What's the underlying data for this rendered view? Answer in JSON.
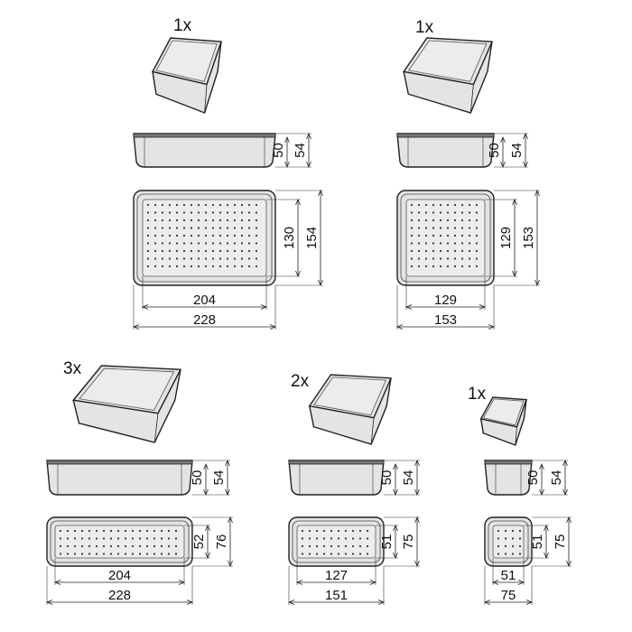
{
  "colors": {
    "line": "#222222",
    "fill": "#e4e4e4",
    "inner_fill": "#ececec"
  },
  "trays": [
    {
      "quantity": "1x",
      "inner_height": "50",
      "outer_height": "54",
      "inner_depth": "130",
      "outer_depth": "154",
      "inner_width": "204",
      "outer_width": "228"
    },
    {
      "quantity": "1x",
      "inner_height": "50",
      "outer_height": "54",
      "inner_depth": "129",
      "outer_depth": "153",
      "inner_width": "129",
      "outer_width": "153"
    },
    {
      "quantity": "3x",
      "inner_height": "50",
      "outer_height": "54",
      "inner_depth": "52",
      "outer_depth": "76",
      "inner_width": "204",
      "outer_width": "228"
    },
    {
      "quantity": "2x",
      "inner_height": "50",
      "outer_height": "54",
      "inner_depth": "51",
      "outer_depth": "75",
      "inner_width": "127",
      "outer_width": "151"
    },
    {
      "quantity": "1x",
      "inner_height": "50",
      "outer_height": "54",
      "inner_depth": "51",
      "outer_depth": "75",
      "inner_width": "51",
      "outer_width": "75"
    }
  ]
}
